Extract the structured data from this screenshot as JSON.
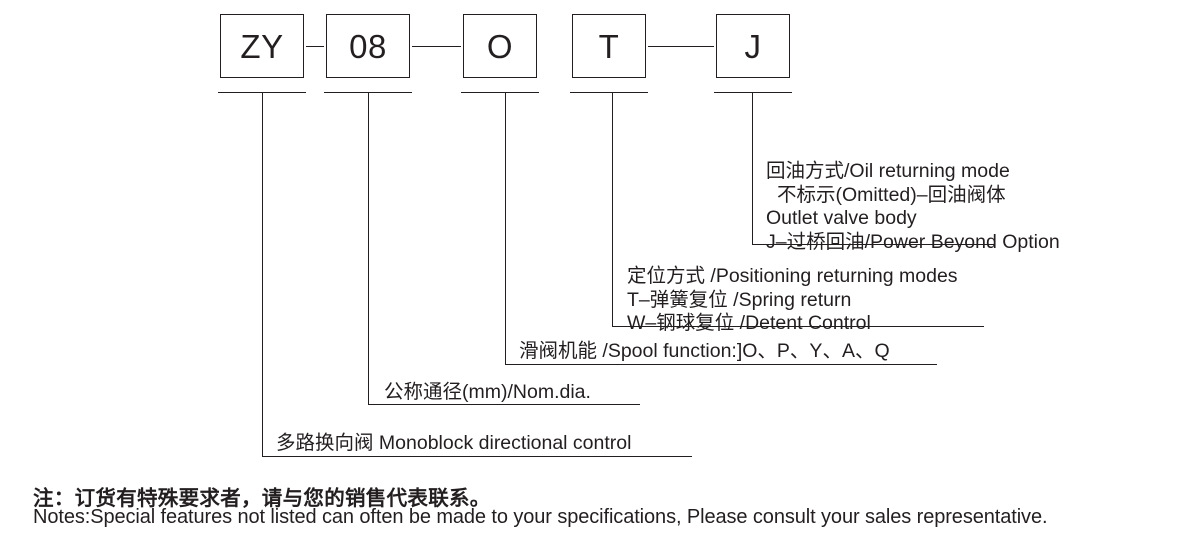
{
  "diagram": {
    "type": "model-code-breakdown",
    "code_boxes": [
      {
        "name": "series-code",
        "value": "ZY"
      },
      {
        "name": "nominal-diameter",
        "value": "08"
      },
      {
        "name": "spool-function",
        "value": "O"
      },
      {
        "name": "positioning-mode",
        "value": "T"
      },
      {
        "name": "oil-return-mode",
        "value": "J"
      }
    ],
    "descriptions": [
      {
        "name": "oil-returning-mode",
        "refers_to": "J",
        "lines": [
          "回油方式/Oil returning mode",
          "不标示(Omitted)–回油阀体",
          "Outlet valve body",
          "J–过桥回油/Power Beyond Option"
        ]
      },
      {
        "name": "positioning-returning-modes",
        "refers_to": "T",
        "lines": [
          "定位方式 /Positioning returning modes",
          "T–弹簧复位 /Spring return",
          "W–钢球复位 /Detent Control"
        ]
      },
      {
        "name": "spool-function",
        "refers_to": "O",
        "lines": [
          "滑阀机能 /Spool function:]O、P、Y、A、Q"
        ]
      },
      {
        "name": "nominal-diameter",
        "refers_to": "08",
        "lines": [
          "公称通径(mm)/Nom.dia."
        ]
      },
      {
        "name": "monoblock-directional-control",
        "refers_to": "ZY",
        "lines": [
          "多路换向阀 Monoblock directional control"
        ]
      }
    ]
  },
  "notes": {
    "chinese": "注：订货有特殊要求者，请与您的销售代表联系。",
    "english": "Notes:Special features not listed can often be made to your specifications, Please consult your sales representative."
  },
  "colors": {
    "ink": "#231f20",
    "background": "#ffffff"
  }
}
